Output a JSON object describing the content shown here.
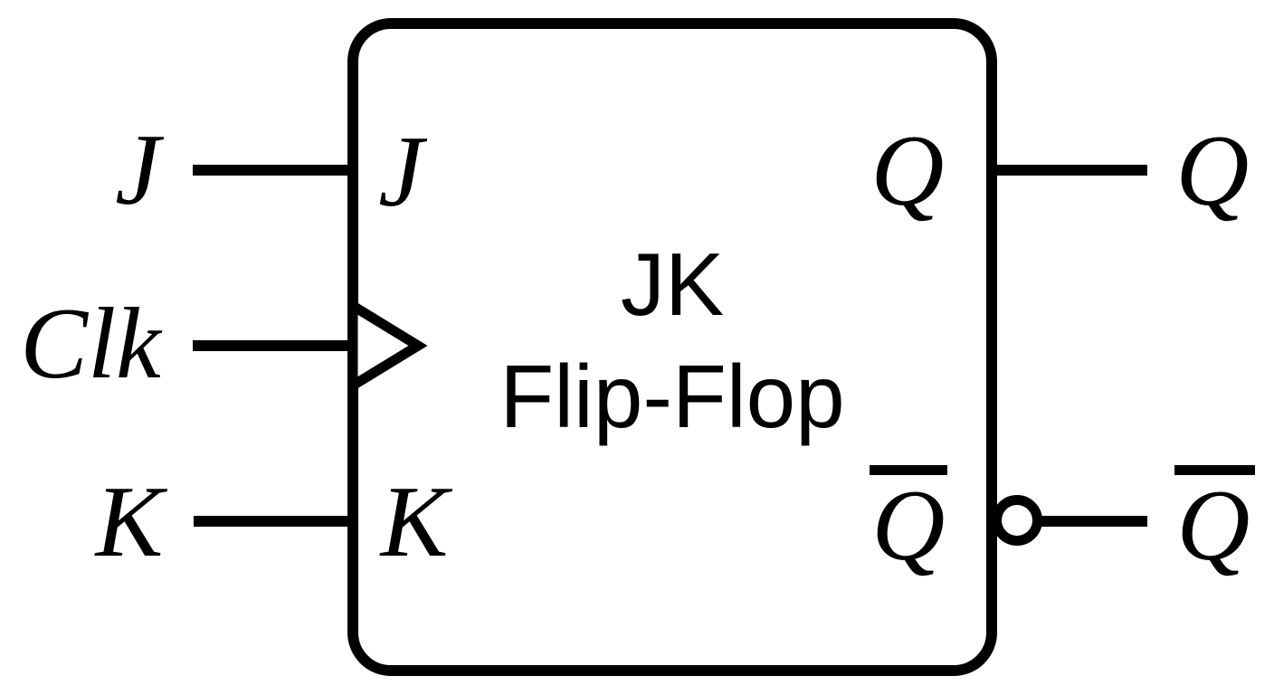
{
  "flipflop": {
    "type": "JK Flip-Flop",
    "title": {
      "line1": "JK",
      "line2": "Flip-Flop"
    },
    "inputs": [
      {
        "name": "J",
        "external_label": "J",
        "internal_label": "J",
        "edge_triggered": false
      },
      {
        "name": "Clk",
        "external_label": "Clk",
        "internal_label": "",
        "edge_triggered": true
      },
      {
        "name": "K",
        "external_label": "K",
        "internal_label": "K",
        "edge_triggered": false
      }
    ],
    "outputs": [
      {
        "name": "Q",
        "external_label": "Q",
        "internal_label": "Q",
        "inverted": false,
        "overline": false
      },
      {
        "name": "Q-bar",
        "external_label": "Q",
        "internal_label": "Q",
        "inverted": true,
        "overline": true
      }
    ],
    "colors": {
      "line": "#000000",
      "background": "#ffffff"
    }
  }
}
